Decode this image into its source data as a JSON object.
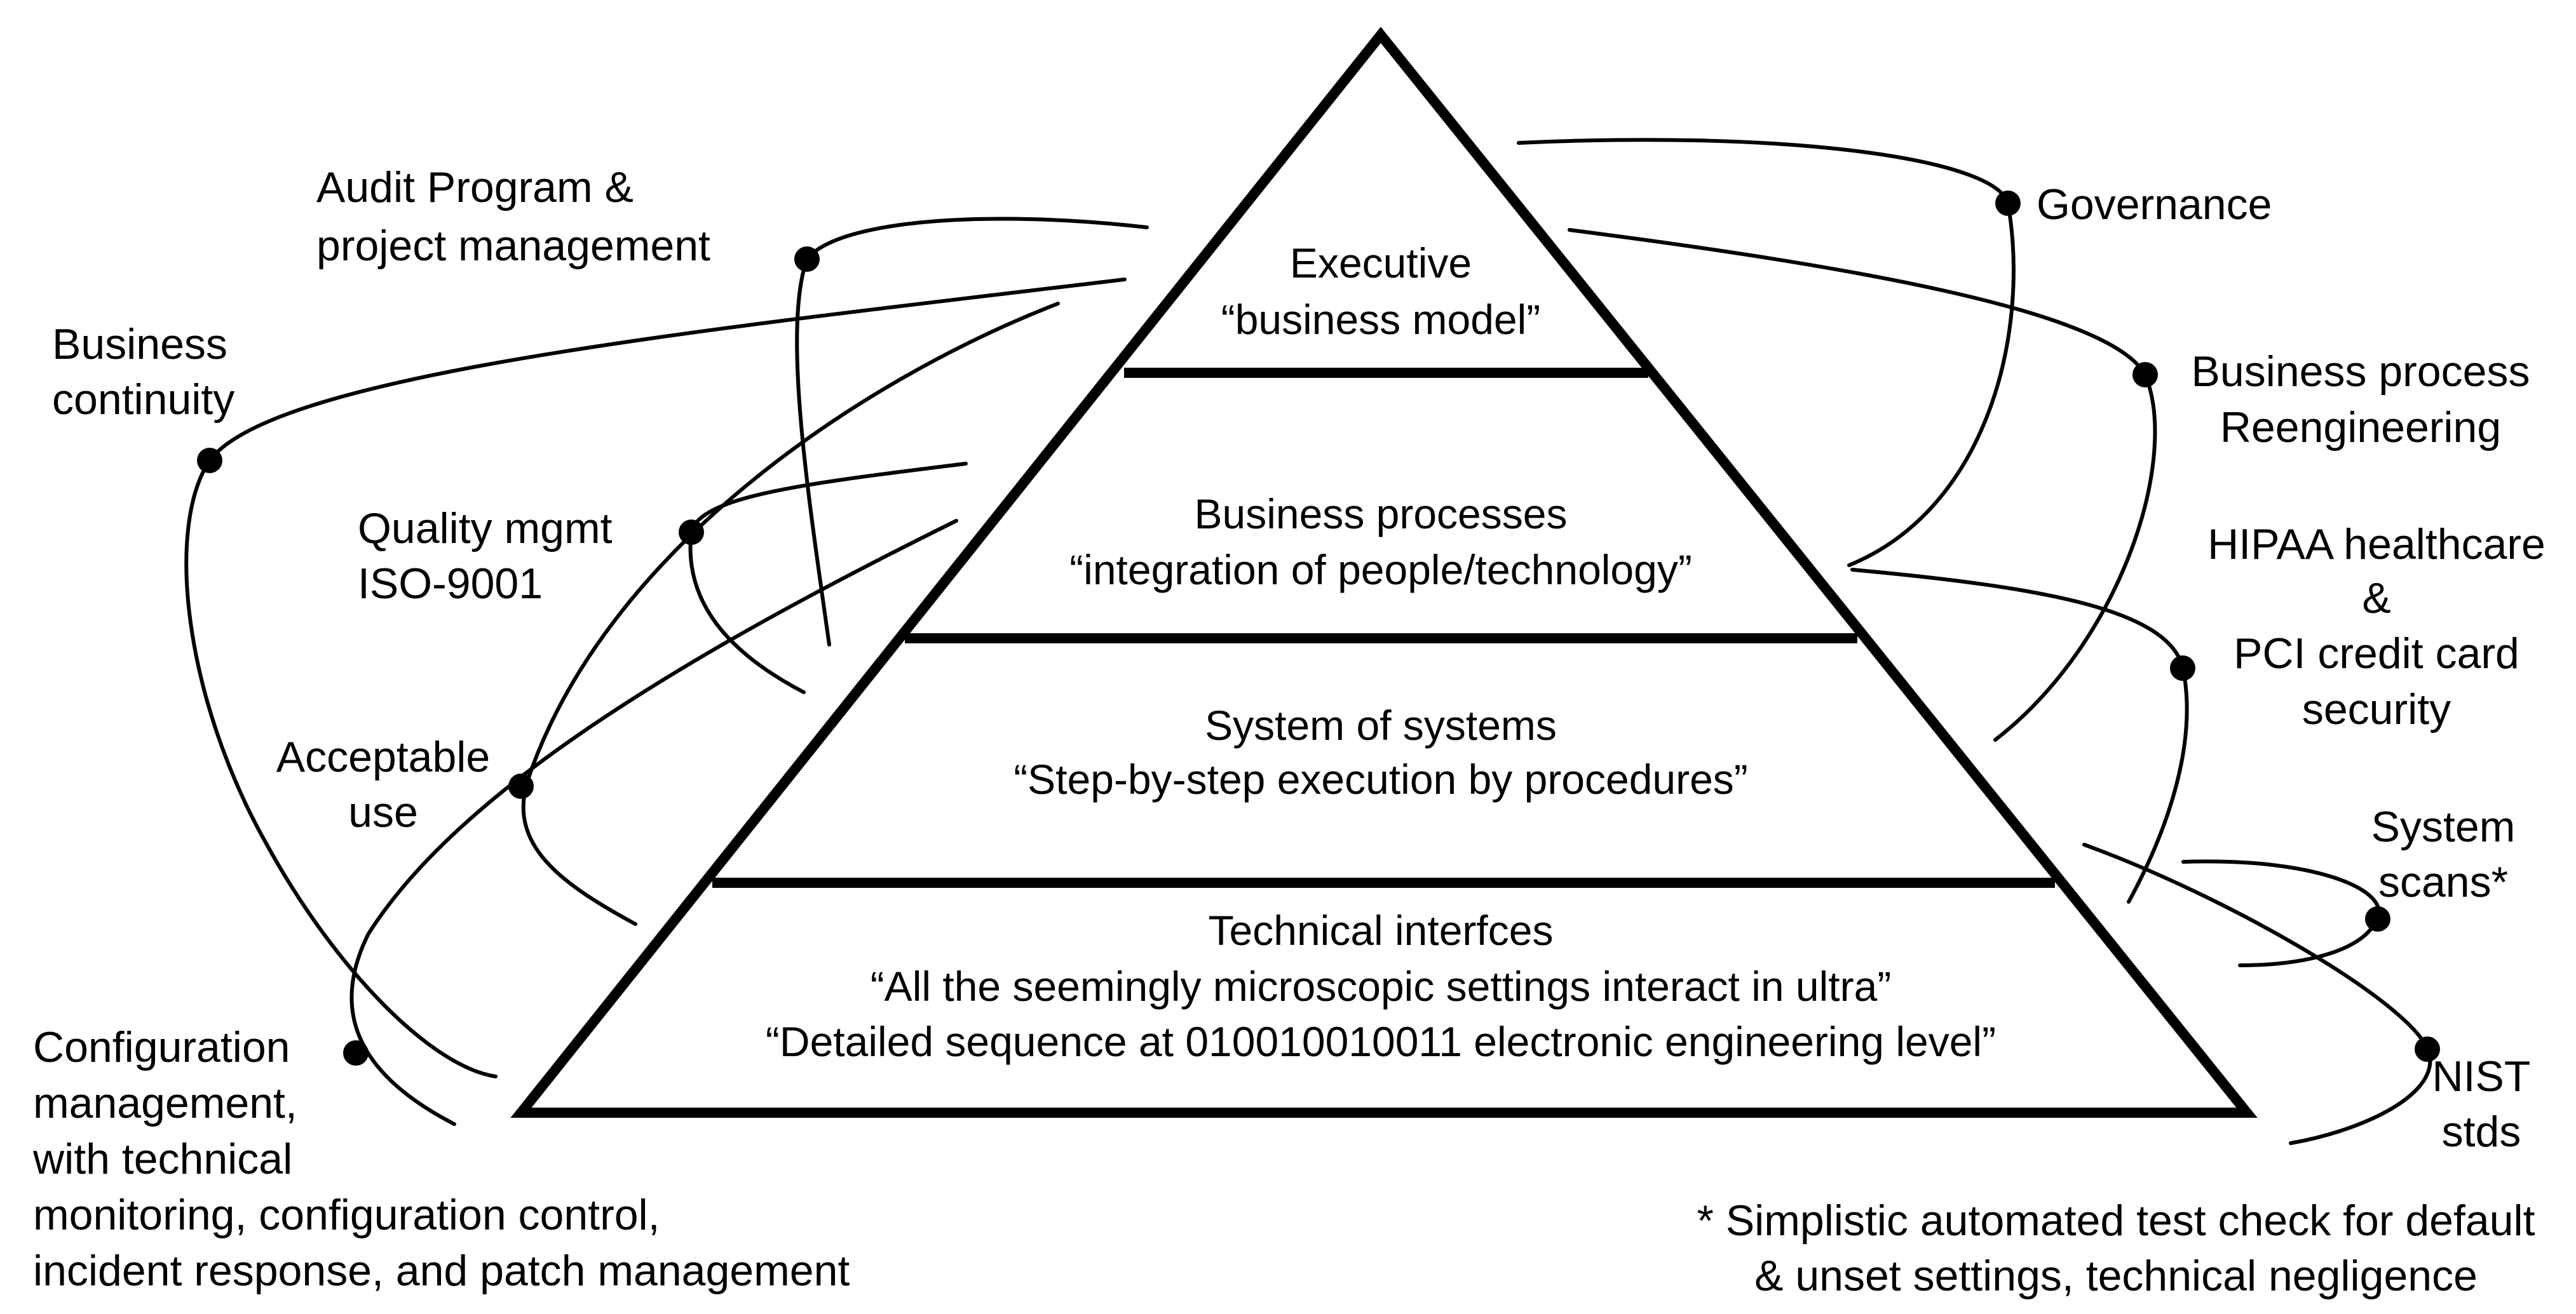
{
  "pyramid": {
    "tiers": [
      {
        "title": "Executive",
        "lines": [
          "“business model”"
        ]
      },
      {
        "title": "Business processes",
        "lines": [
          "“integration of people/technology”"
        ]
      },
      {
        "title": "System of systems",
        "lines": [
          "“Step-by-step execution by procedures”"
        ]
      },
      {
        "title": "Technical interfces",
        "lines": [
          "“All the seemingly microscopic settings interact in ultra”",
          "“Detailed sequence at 010010010011 electronic engineering level”"
        ]
      }
    ]
  },
  "left_labels": [
    {
      "lines": [
        "Audit Program &",
        "project management"
      ]
    },
    {
      "lines": [
        "Business",
        "continuity"
      ]
    },
    {
      "lines": [
        "Quality mgmt",
        "ISO-9001"
      ]
    },
    {
      "lines": [
        "Acceptable",
        "use"
      ]
    },
    {
      "lines": [
        "Configuration",
        "management,",
        "with technical",
        "monitoring, configuration control,",
        "incident response, and patch management"
      ]
    }
  ],
  "right_labels": [
    {
      "lines": [
        "Governance"
      ]
    },
    {
      "lines": [
        "Business process",
        "Reengineering"
      ]
    },
    {
      "lines": [
        "HIPAA healthcare",
        "&",
        "PCI credit card",
        "security"
      ]
    },
    {
      "lines": [
        "System",
        "scans*"
      ]
    },
    {
      "lines": [
        "NIST",
        "stds"
      ]
    }
  ],
  "footnote": {
    "lines": [
      "* Simplistic automated test check for default",
      "& unset settings, technical negligence"
    ]
  }
}
